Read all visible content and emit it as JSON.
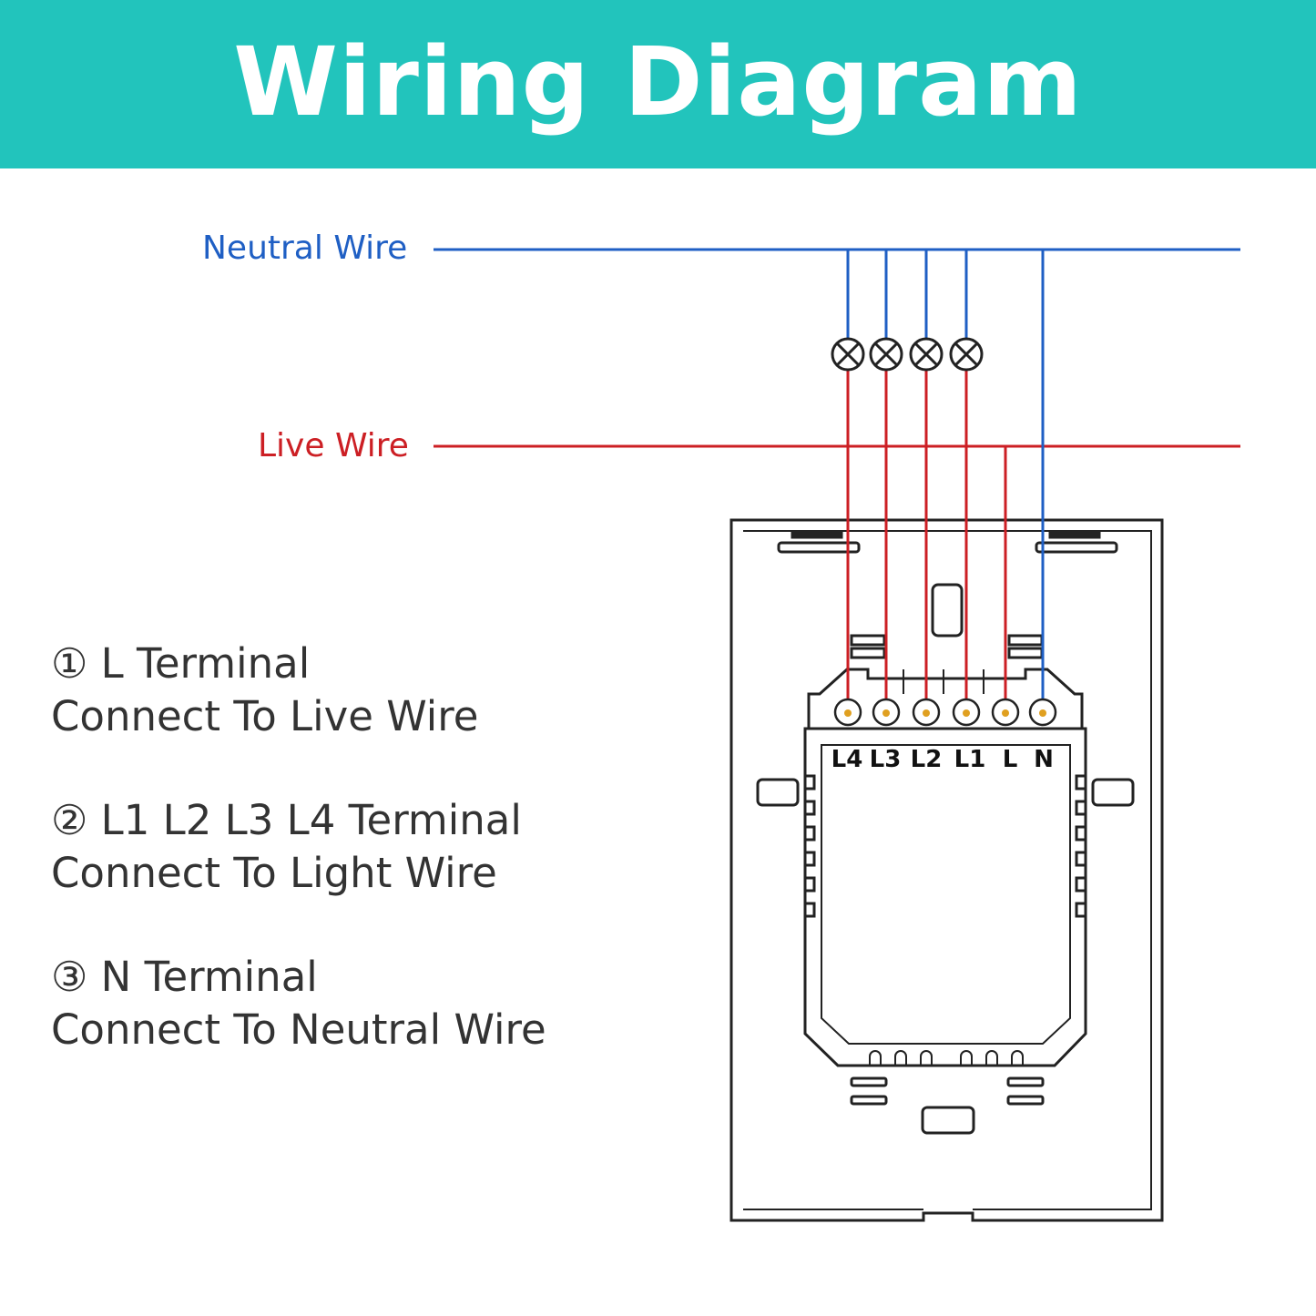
{
  "header": {
    "title": "Wiring Diagram"
  },
  "wires": {
    "neutral": {
      "label": "Neutral Wire",
      "color": "#1f5fc4"
    },
    "live": {
      "label": "Live Wire",
      "color": "#cc1f24"
    }
  },
  "colors": {
    "header_bg": "#22c4bc",
    "text": "#333333",
    "device_outline": "#222222"
  },
  "terminals": [
    "L4",
    "L3",
    "L2",
    "L1",
    "L",
    "N"
  ],
  "instructions": [
    {
      "line1": "① L Terminal",
      "line2": "Connect To Live Wire"
    },
    {
      "line1": "② L1 L2 L3 L4 Terminal",
      "line2": "Connect To Light Wire"
    },
    {
      "line1": "③ N Terminal",
      "line2": "Connect To Neutral Wire"
    }
  ],
  "lamp_icon": "lamp-cross-circle-icon"
}
